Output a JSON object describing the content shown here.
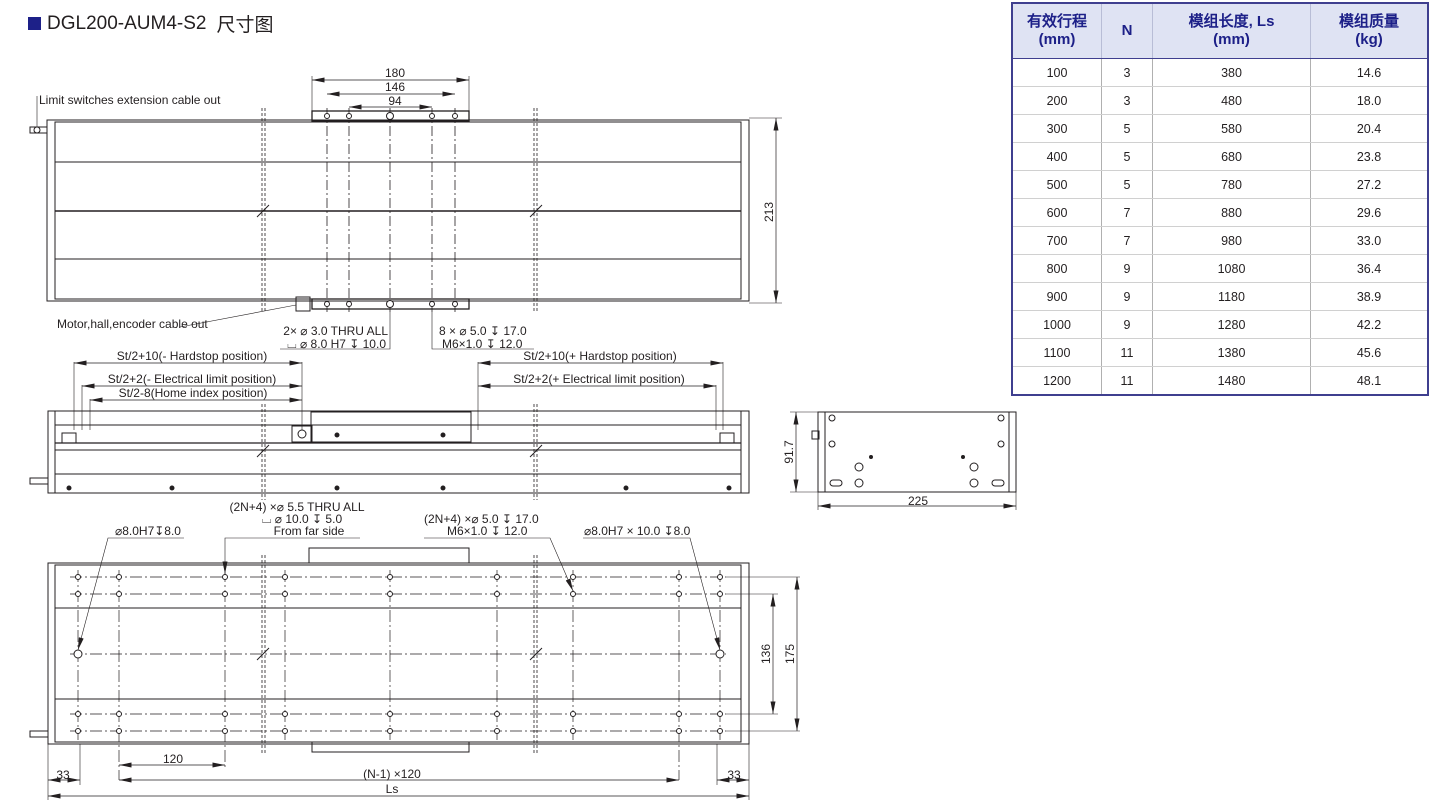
{
  "title": {
    "model": "DGL200-AUM4-S2",
    "suffix": "尺寸图",
    "marker_color": "#1d2088"
  },
  "top_view": {
    "cable_label_limit": "Limit switches extension cable out",
    "cable_label_motor": "Motor,hall,encoder cable out",
    "dim_180": "180",
    "dim_146": "146",
    "dim_94": "94",
    "dim_213": "213",
    "hole_note_left_1": "2× ⌀ 3.0 THRU ALL",
    "hole_note_left_2": "⌴ ⌀ 8.0 H7  ↧ 10.0",
    "hole_note_right_1": "8 × ⌀ 5.0  ↧ 17.0",
    "hole_note_right_2": "M6×1.0   ↧ 12.0"
  },
  "side_view": {
    "neg_hardstop": "St/2+10(- Hardstop position)",
    "neg_elec_limit": "St/2+2(- Electrical limit position)",
    "home_index": "St/2-8(Home index position)",
    "pos_hardstop": "St/2+10(+ Hardstop position)",
    "pos_elec_limit": "St/2+2(+ Electrical limit position)"
  },
  "end_view": {
    "dim_height": "91.7",
    "dim_width": "225"
  },
  "bottom_view": {
    "pin_left": "⌀8.0H7↧8.0",
    "thru_1": "(2N+4) ×⌀ 5.5 THRU ALL",
    "thru_2": "⌴ ⌀ 10.0 ↧ 5.0",
    "thru_3": "From far side",
    "tap_1": "(2N+4) ×⌀ 5.0  ↧ 17.0",
    "tap_2": "M6×1.0    ↧ 12.0",
    "pin_right": "⌀8.0H7 × 10.0 ↧8.0",
    "dim_136": "136",
    "dim_175": "175",
    "dim_33_left": "33",
    "dim_120": "120",
    "dim_pitch": "(N-1) ×120",
    "dim_33_right": "33",
    "dim_ls": "Ls"
  },
  "spec_table": {
    "headers": [
      {
        "line1": "有效行程",
        "line2": "(mm)"
      },
      {
        "line1": "N",
        "line2": ""
      },
      {
        "line1": "模组长度, Ls",
        "line2": "(mm)"
      },
      {
        "line1": "模组质量",
        "line2": "(kg)"
      }
    ],
    "rows": [
      [
        "100",
        "3",
        "380",
        "14.6"
      ],
      [
        "200",
        "3",
        "480",
        "18.0"
      ],
      [
        "300",
        "5",
        "580",
        "20.4"
      ],
      [
        "400",
        "5",
        "680",
        "23.8"
      ],
      [
        "500",
        "5",
        "780",
        "27.2"
      ],
      [
        "600",
        "7",
        "880",
        "29.6"
      ],
      [
        "700",
        "7",
        "980",
        "33.0"
      ],
      [
        "800",
        "9",
        "1080",
        "36.4"
      ],
      [
        "900",
        "9",
        "1180",
        "38.9"
      ],
      [
        "1000",
        "9",
        "1280",
        "42.2"
      ],
      [
        "1100",
        "11",
        "1380",
        "45.6"
      ],
      [
        "1200",
        "11",
        "1480",
        "48.1"
      ]
    ]
  }
}
